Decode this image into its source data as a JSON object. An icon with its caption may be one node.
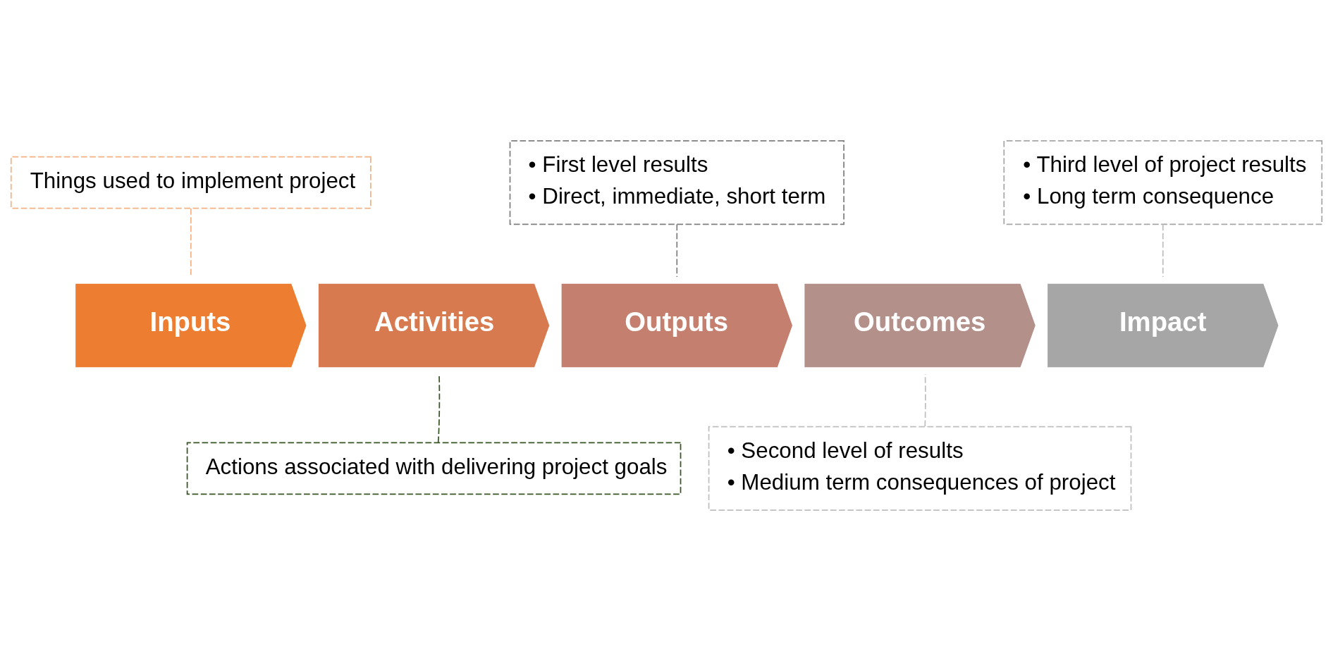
{
  "diagram": {
    "nodes": [
      {
        "text": [
          "Things used to implement project"
        ]
      },
      {
        "text": [
          "• First level results",
          "• Direct, immediate, short term"
        ]
      },
      {
        "text": [
          "• Third level of project results",
          "• Long term consequence"
        ]
      },
      {
        "text": [
          "Inputs"
        ]
      },
      {
        "text": [
          "Activities"
        ]
      },
      {
        "text": [
          "Outputs"
        ]
      },
      {
        "text": [
          "Outcomes"
        ]
      },
      {
        "text": [
          "Impact"
        ]
      },
      {
        "text": [
          "Actions associated with delivering project goals"
        ]
      },
      {
        "text": [
          "• Second level of results",
          "• Medium term consequences of project"
        ]
      }
    ],
    "edges": [
      {
        "from": 0,
        "to": 3,
        "arrow": "none",
        "style": "dashed",
        "color": "#f4b183"
      },
      {
        "from": 8,
        "to": 4,
        "arrow": "none",
        "style": "dashed",
        "color": "#375623"
      },
      {
        "from": 1,
        "to": 5,
        "arrow": "none",
        "style": "dashed"
      },
      {
        "from": 9,
        "to": 6,
        "arrow": "none",
        "style": "dashed",
        "color": "#bfbfbf"
      },
      {
        "from": 2,
        "to": 7,
        "arrow": "none",
        "style": "dashed",
        "color": "#bfbfbf"
      }
    ]
  }
}
